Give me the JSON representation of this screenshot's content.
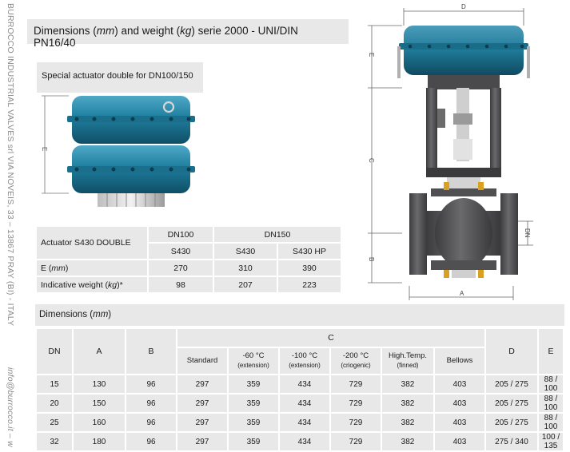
{
  "side_text": {
    "line1": "BURROCCO INDUSTRIAL VALVES srl VIA NOVEIS, 33 – 13867 PRAY (BI) - ITALY",
    "line2": "info@burrocco.it – w"
  },
  "title": {
    "prefix": "Dimensions (",
    "unit_mm": "mm",
    "mid": ") and weight (",
    "unit_kg": "kg",
    "suffix": ") serie 2000 - UNI/DIN PN16/40"
  },
  "special_actuator_caption": "Special actuator double for DN100/150",
  "drawing_labels": {
    "D": "D",
    "E": "E",
    "C": "C",
    "B": "B",
    "A": "A",
    "DN": "DN"
  },
  "actuator_table": {
    "col_dn100": "DN100",
    "col_dn150": "DN150",
    "row_title": "Actuator S430 DOUBLE",
    "models": [
      "S430",
      "S430",
      "S430 HP"
    ],
    "rows": [
      {
        "label_pre": "E (",
        "unit": "mm",
        "label_post": ")",
        "values": [
          "270",
          "310",
          "390"
        ]
      },
      {
        "label_pre": "Indicative weight (",
        "unit": "kg",
        "label_post": ")*",
        "values": [
          "98",
          "207",
          "223"
        ]
      }
    ]
  },
  "dimensions_title": {
    "prefix": "Dimensions (",
    "unit": "mm",
    "suffix": ")"
  },
  "dimensions_table": {
    "headers": {
      "dn": "DN",
      "a": "A",
      "b": "B",
      "c": "C",
      "d": "D",
      "e": "E"
    },
    "c_subheaders": [
      {
        "main": "Standard",
        "sub": ""
      },
      {
        "main": "-60 °C",
        "sub": "(extension)"
      },
      {
        "main": "-100 °C",
        "sub": "(extension)"
      },
      {
        "main": "-200 °C",
        "sub": "(criogenic)"
      },
      {
        "main": "High.Temp.",
        "sub": "(finned)"
      },
      {
        "main": "Bellows",
        "sub": ""
      }
    ],
    "rows": [
      [
        "15",
        "130",
        "96",
        "297",
        "359",
        "434",
        "729",
        "382",
        "403",
        "205 / 275",
        "88 / 100"
      ],
      [
        "20",
        "150",
        "96",
        "297",
        "359",
        "434",
        "729",
        "382",
        "403",
        "205 / 275",
        "88 / 100"
      ],
      [
        "25",
        "160",
        "96",
        "297",
        "359",
        "434",
        "729",
        "382",
        "403",
        "205 / 275",
        "88 / 100"
      ],
      [
        "32",
        "180",
        "96",
        "297",
        "359",
        "434",
        "729",
        "382",
        "403",
        "275 / 340",
        "100 / 135"
      ]
    ]
  },
  "colors": {
    "cell_bg": "#e8e8e8",
    "actuator_blue": "#1f7e9e",
    "valve_gray": "#58585a"
  }
}
